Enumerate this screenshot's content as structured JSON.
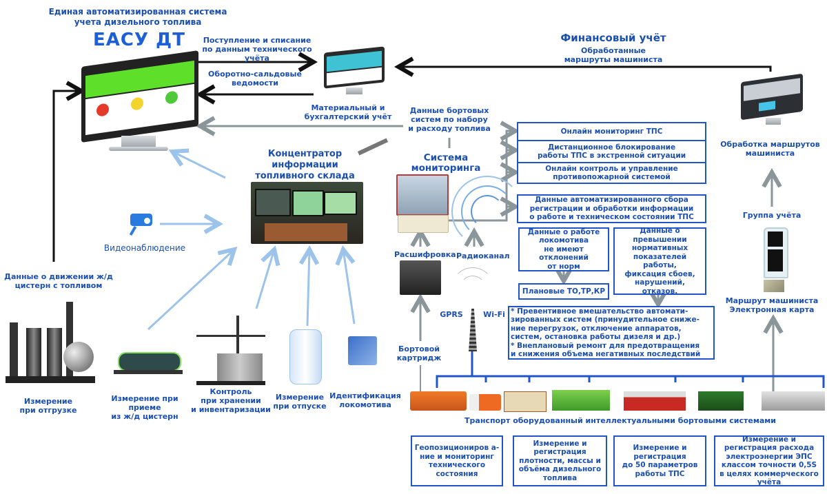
{
  "header": {
    "title": "Единая автоматизированная система\nучета дизельного топлива",
    "brand": "ЕАСУ ДТ"
  },
  "flows": {
    "income_writeoff": "Поступление и списание\nпо данным технического учёта",
    "turnover": "Оборотно-сальдовые\nведомости",
    "material_accounting": "Материальный и\nбухгалтерский учёт",
    "onboard_data": "Данные бортовых\nсистем по набору\nи расходу топлива",
    "financial_title": "Финансовый учёт",
    "processed_routes": "Обработанные\nмаршруты машиниста",
    "railcar_movement": "Данные о движении ж/д\nцистерн с топливом"
  },
  "concentrator": {
    "title": "Концентратор\nинформации\nтопливного склада",
    "video": "Видеонаблюдение"
  },
  "sources": [
    {
      "label": "Измерение\nпри отгрузке",
      "icon": "refinery-icon"
    },
    {
      "label": "Измерение при приеме\nиз ж/д цистерн",
      "icon": "tank-car-icon"
    },
    {
      "label": "Контроль\nпри хранении\nи инвентаризации",
      "icon": "crane-storage-icon"
    },
    {
      "label": "Измерение\nпри отпуске",
      "icon": "fuel-dispenser-icon"
    },
    {
      "label": "Идентификация\nлокомотива",
      "icon": "locomotive-id-icon"
    }
  ],
  "monitoring": {
    "title": "Система\nмониторинга",
    "decode": "Расшифровка",
    "radio": "Радиоканал",
    "gprs": "GPRS",
    "wifi": "Wi-Fi",
    "cartridge": "Бортовой\nкартридж",
    "outputs": [
      "Онлайн мониторинг ТПС",
      "Дистанционное блокирование\nработы ТПС в экстренной ситуации",
      "Онлайн контроль и управление\nпротивопожарной системой"
    ],
    "collection": "Данные автоматизированного сбора\nрегистрации и обработки информации\nо работе и техническом состоянии ТПС",
    "normal": "Данные о работе\nлокомотива\nне имеют\nотклонений\nот норм",
    "planned": "Плановые ТО,ТР,КР",
    "exceed": "Данные о\nпревышении\nнормативных\nпоказателей\nработы,\nфиксация сбоев,\nнарушений,\nотказов.",
    "actions": "* Превентивное вмешательство автомати-\nзированных систем (принудительное сниже-\nние перегрузок, отключение аппаратов,\nсистем, остановка работы дизеля и др.)\n* Внеплановый ремонт для предотвращения\nи снижения объема негативных последствий"
  },
  "routes": {
    "processing": "Обработка маршрутов\nмашиниста",
    "group": "Группа учёта",
    "card": "Маршрут машиниста\nЭлектронная карта"
  },
  "transport": {
    "caption": "Транспорт оборудованный интеллектуальными бортовыми системами",
    "vehicles": [
      "fuel-truck",
      "tanker-truck",
      "service-railcar",
      "green-shunter",
      "red-diesel-locomotive",
      "green-diesel-locomotive",
      "electric-locomotive"
    ]
  },
  "features": [
    "Геопозициониров а-\nние и мониторинг\nтехнического\nсостояния",
    "Измерение и\nрегистрация\nплотности, массы и\nобъёма дизельного\nтоплива",
    "Измерение и\nрегистрация\nдо 50 параметров\nработы ТПС",
    "Измерение и\nрегистрация расхода\nэлектроэнергии ЭПС\nклассом точности 0,5S\nв целях коммерческого\nучёта"
  ],
  "colors": {
    "primary_text": "#1a4fb0",
    "box_border": "#1f55c8",
    "arrow_black": "#111111",
    "arrow_gray": "#8a9699",
    "arrow_light": "#9cc3ea"
  }
}
